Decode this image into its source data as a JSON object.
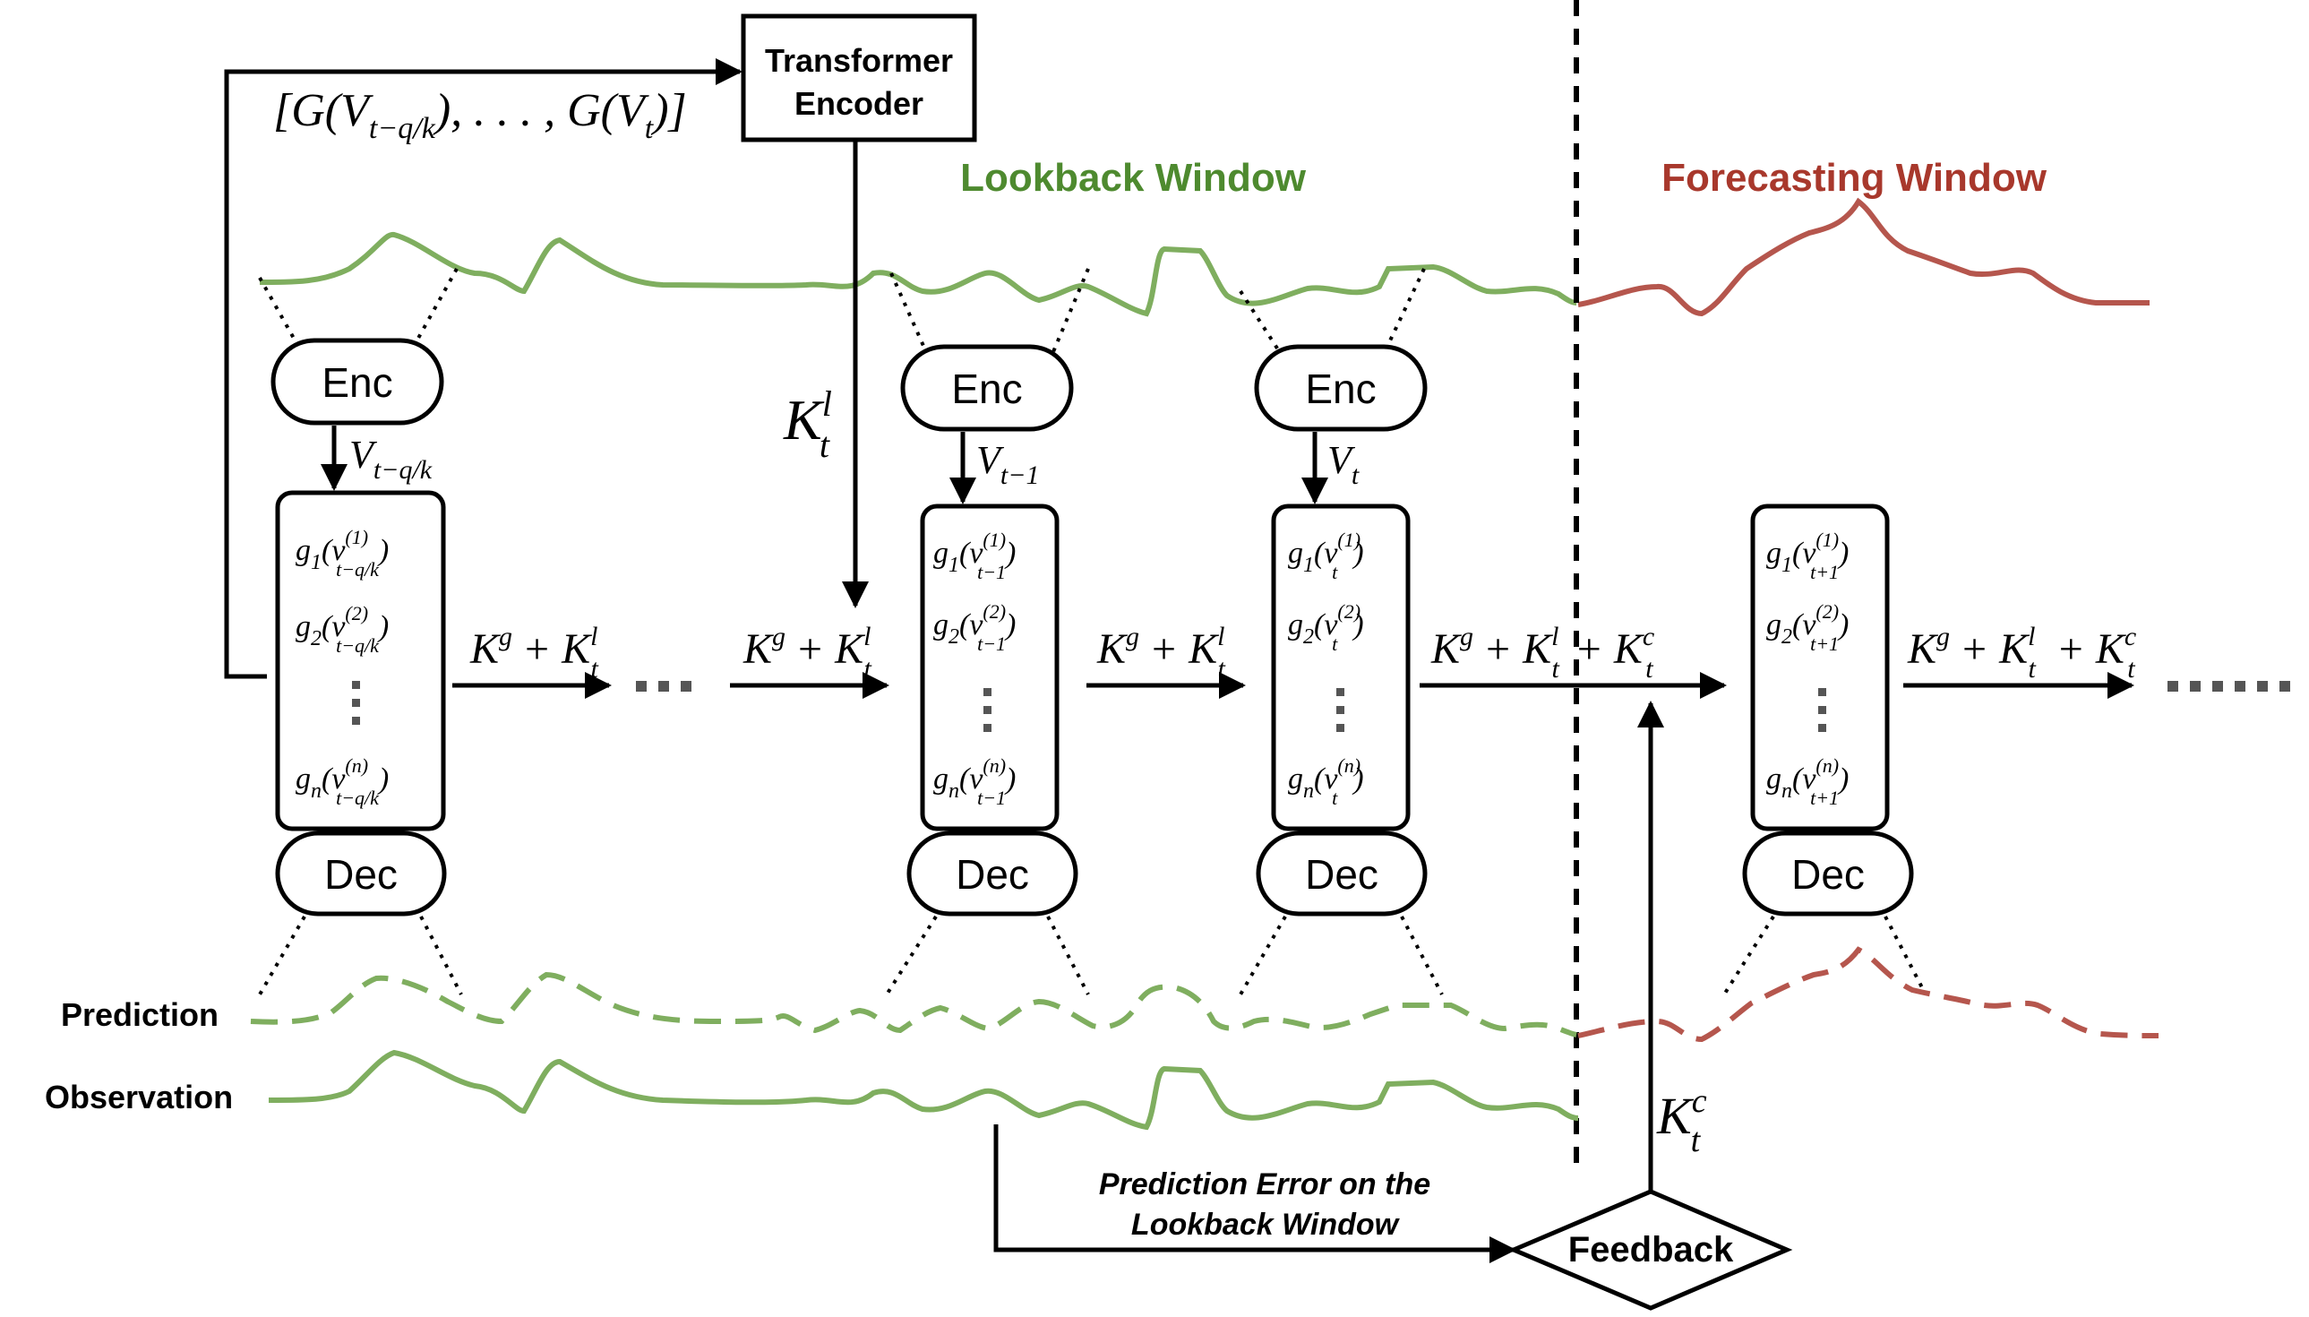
{
  "colors": {
    "lookback": "#7fae5f",
    "lookback_label": "#4e8a2f",
    "forecast": "#b5564d",
    "forecast_label": "#a8382c",
    "ink": "#000000"
  },
  "labels": {
    "transformer_line1": "Transformer",
    "transformer_line2": "Encoder",
    "lookback_window": "Lookback Window",
    "forecasting_window": "Forecasting Window",
    "prediction": "Prediction",
    "observation": "Observation",
    "feedback": "Feedback",
    "error_line1": "Prediction Error on the",
    "error_line2": "Lookback Window",
    "enc": "Enc",
    "dec": "Dec"
  },
  "math": {
    "G_seq_start": "[G(V",
    "G_seq_sub1": "t−q/k",
    "G_seq_mid": "), . . . , G(V",
    "G_seq_sub2": "t",
    "G_seq_end": ")]",
    "K": "K",
    "g": "g",
    "l": "l",
    "c": "c",
    "t": "t",
    "plus": "+",
    "V": "V",
    "sub_first": "t−q/k",
    "sub_tm1": "t−1",
    "sub_t": "t",
    "v": "v",
    "vsub_first": "t−q/k",
    "vsub_tm1": "t−1",
    "vsub_t": "t",
    "vsub_tp1": "t+1",
    "sup1": "(1)",
    "sup2": "(2)",
    "supn": "(n)",
    "g1": "g",
    "g1sub": "1",
    "g2sub": "2",
    "gnsub": "n"
  }
}
